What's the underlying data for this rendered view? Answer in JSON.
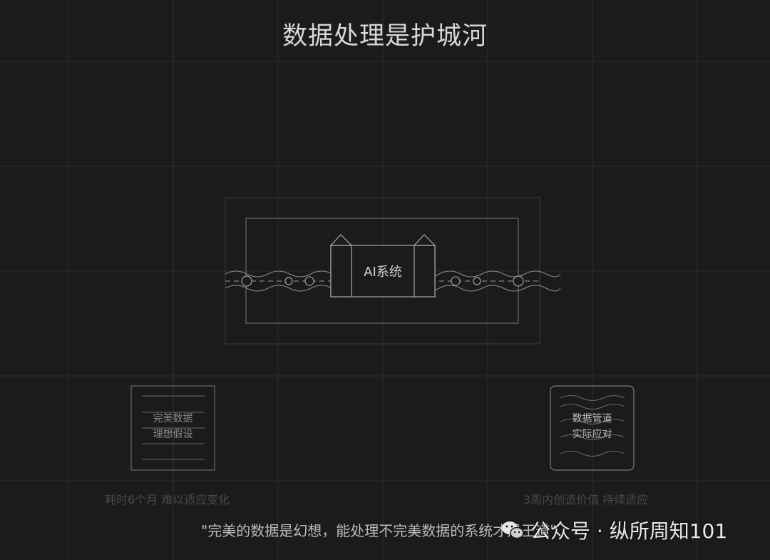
{
  "title": "数据处理是护城河",
  "center": {
    "label": "AI系统"
  },
  "left_card": {
    "line1": "完美数据",
    "line2": "理想假设",
    "caption": "耗时6个月 难以适应变化"
  },
  "right_card": {
    "line1": "数据管道",
    "line2": "实际应对",
    "caption": "3周内创造价值 持续适应"
  },
  "quote": "\"完美的数据是幻想，能处理不完美数据的系统才是王道\"",
  "watermark": {
    "text": "公众号 · 纵所周知101",
    "icon": "wechat-icon"
  },
  "colors": {
    "background": "#1b1b1b",
    "grid": "#2e2e2e",
    "line": "#9a9a9a"
  }
}
